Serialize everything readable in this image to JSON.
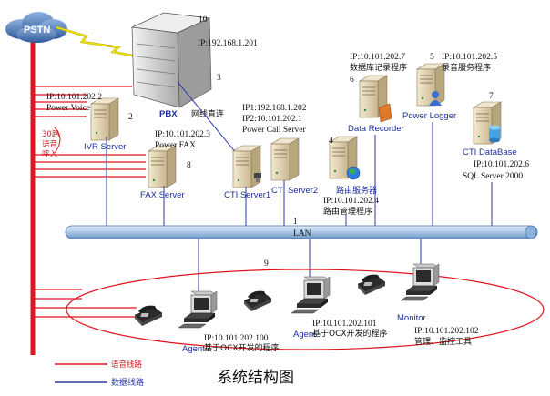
{
  "labels": {
    "pstn": "PSTN",
    "pbx": "PBX",
    "num10": "10",
    "num3": "3",
    "pbx_ip": "IP:192.168.1.201",
    "direct": "网线直连",
    "ivr_ip": "IP:10.101.202.2",
    "ivr_app": "Power Voice",
    "num2": "2",
    "ivr_server": "IVR Server",
    "lines30a": "30路",
    "lines30b": "语音",
    "lines30c": "呼入",
    "fax_ip": "IP:10.101.202.3",
    "fax_app": "Power FAX",
    "num8": "8",
    "fax_server": "FAX Server",
    "cti_ip1": "IP1:192.168.1.202",
    "cti_ip2": "IP2:10.101.202.1",
    "cti_app": "Power Call Server",
    "cti1": "CTI  Server1",
    "cti2": "CTI  Server2",
    "num4": "4",
    "router": "路由服务器",
    "router_ip": "IP:10.101.202.4",
    "router_app": "路由管理程序",
    "num6": "6",
    "rec_ip": "IP:10.101.202.7",
    "rec_app": "数据库记录程序",
    "data_recorder": "Data Recorder",
    "num5": "5",
    "log_ip": "IP:10.101.202.5",
    "log_app": "录音服务程序",
    "power_logger": "Power Logger",
    "num7": "7",
    "cti_db": "CTI DataBase",
    "db_ip": "IP:10.101.202.6",
    "db_app": "SQL Server 2000",
    "num1": "1",
    "lan": "LAN",
    "num9": "9",
    "agent1_name": "Agent",
    "agent1_ip": "IP:10.101.202.100",
    "agent1_app": "基于OCX开发的程序",
    "agent2_name": "Agent",
    "agent2_ip": "IP:10.101.202.101",
    "agent2_app": "基于OCX开发的程序",
    "monitor_name": "Monitor",
    "monitor_ip": "IP:10.101.202.102",
    "monitor_app": "管理、监控工具",
    "legend_voice": "语音线路",
    "legend_data": "数据线路",
    "title": "系统结构图"
  },
  "colors": {
    "voice_line": "#e0141e",
    "data_line": "#2b3aa8",
    "lan_fill": "#b9d2ea",
    "lightning": "#f0e600"
  }
}
